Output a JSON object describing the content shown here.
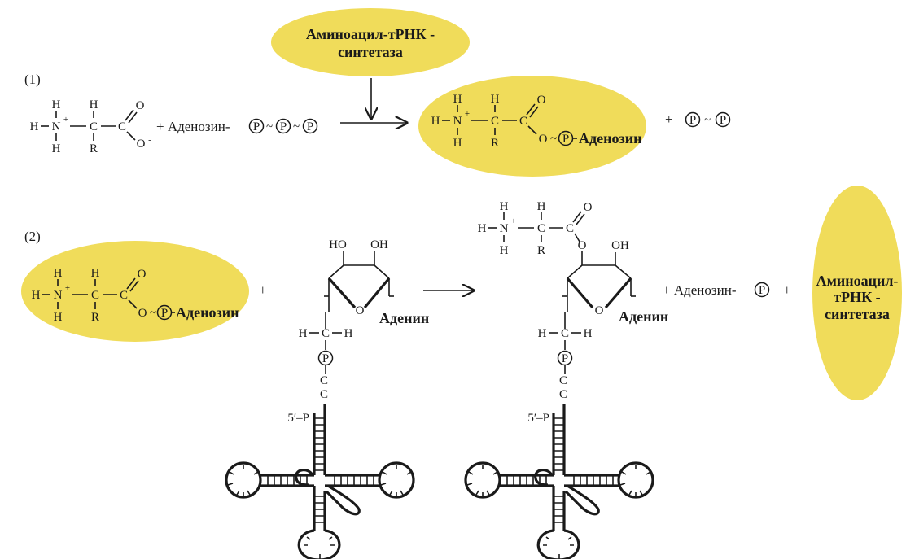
{
  "colors": {
    "highlight": "#f0dc5a",
    "ink": "#1a1a1a",
    "background": "#ffffff"
  },
  "enzyme_lines": [
    "Аминоацил-тРНК -",
    "синтетаза"
  ],
  "enzyme2_lines": [
    "Аминоацил-",
    "тРНК -",
    "синтетаза"
  ],
  "step1_label": "(1)",
  "step2_label": "(2)",
  "atoms": {
    "H": "H",
    "N": "N",
    "C": "C",
    "O": "O",
    "R": "R",
    "P": "P",
    "plus": "+",
    "minus": "-",
    "tilde": "~",
    "HO": "HO",
    "OH": "OH"
  },
  "plus_sign": "+",
  "adenosine_prefix": "+ Аденозин-",
  "adenosine_suffix": "Аденозин",
  "adenosine_release": "+ Аденозин-",
  "adenine": "Аденин",
  "five_prime": "5′–P",
  "cc": [
    "C",
    "C"
  ],
  "icons": [
    "reaction-arrow-icon",
    "phosphate-circle-icon",
    "trna-cloverleaf-icon"
  ]
}
